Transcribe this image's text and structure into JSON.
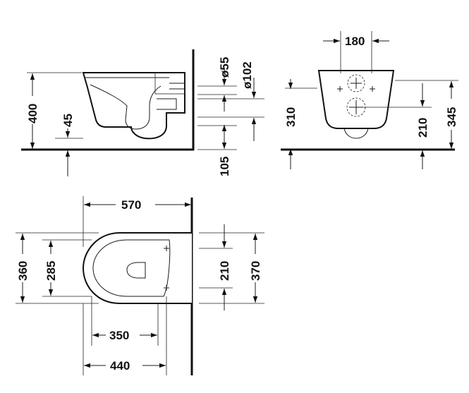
{
  "side_view": {
    "d400": "400",
    "d45": "45",
    "d55": "ø55",
    "d102": "ø102",
    "d105": "105"
  },
  "front_view": {
    "d180": "180",
    "d310": "310",
    "d210": "210",
    "d345": "345"
  },
  "top_view": {
    "d570": "570",
    "d360": "360",
    "d285": "285",
    "d210": "210",
    "d370": "370",
    "d350": "350",
    "d440": "440"
  }
}
